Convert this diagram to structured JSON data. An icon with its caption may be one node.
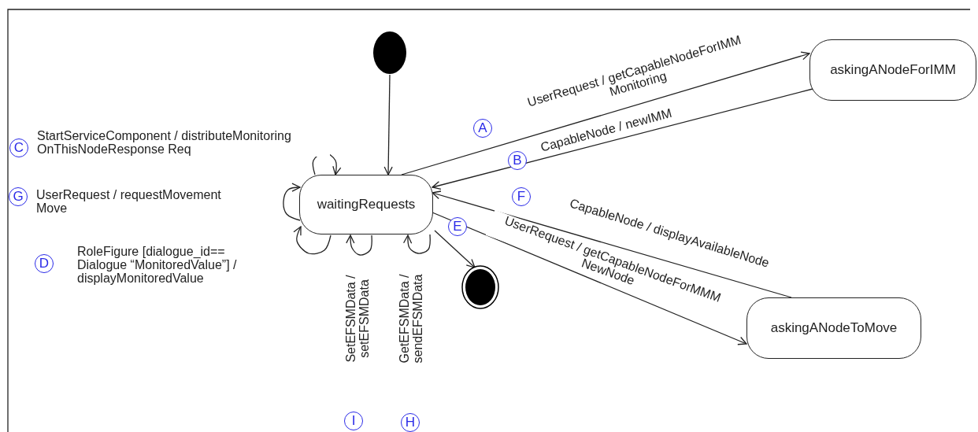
{
  "diagram": {
    "nodes": [
      {
        "text": [],
        "shape": "circle"
      },
      {
        "text": [
          "waitingRequests"
        ]
      },
      {
        "text": [
          "askingANodeForIMM"
        ]
      },
      {
        "text": [
          "askingANodeToMove"
        ]
      },
      {
        "text": [],
        "shape": "bullseye"
      }
    ],
    "edges": [
      {
        "from": 0,
        "to": 1,
        "arrow": "to"
      },
      {
        "from": 1,
        "to": 2,
        "arrow": "to",
        "label": "UserRequest / getCapableNodeForIMM Monitoring"
      },
      {
        "from": 2,
        "to": 1,
        "arrow": "to",
        "label": "CapableNode / newIMM"
      },
      {
        "from": 1,
        "to": 1,
        "arrow": "to",
        "label": "StartServiceComponent / distributeMonitoring OnThisNodeResponse Req"
      },
      {
        "from": 1,
        "to": 1,
        "arrow": "to",
        "label": "UserRequest / requestMovement Move"
      },
      {
        "from": 1,
        "to": 1,
        "arrow": "to",
        "label": "RoleFigure [dialogue_id== Dialogue “MonitoredValue”] / displayMonitoredValue"
      },
      {
        "from": 3,
        "to": 1,
        "arrow": "to",
        "label": "CapableNode / displayAvailableNode"
      },
      {
        "from": 1,
        "to": 3,
        "arrow": "to",
        "label": "UserRequest / getCapableNodeForMMM NewNode"
      },
      {
        "from": 1,
        "to": 1,
        "arrow": "to",
        "label": "SetEFSMData / setEFSMData"
      },
      {
        "from": 1,
        "to": 1,
        "arrow": "to",
        "label": "GetEFSMData / sendEFSMData"
      },
      {
        "from": 1,
        "to": 4,
        "arrow": "to"
      }
    ],
    "labels": [
      "A",
      "C",
      "B",
      "G",
      "F",
      "E",
      "D",
      "I",
      "H"
    ]
  }
}
